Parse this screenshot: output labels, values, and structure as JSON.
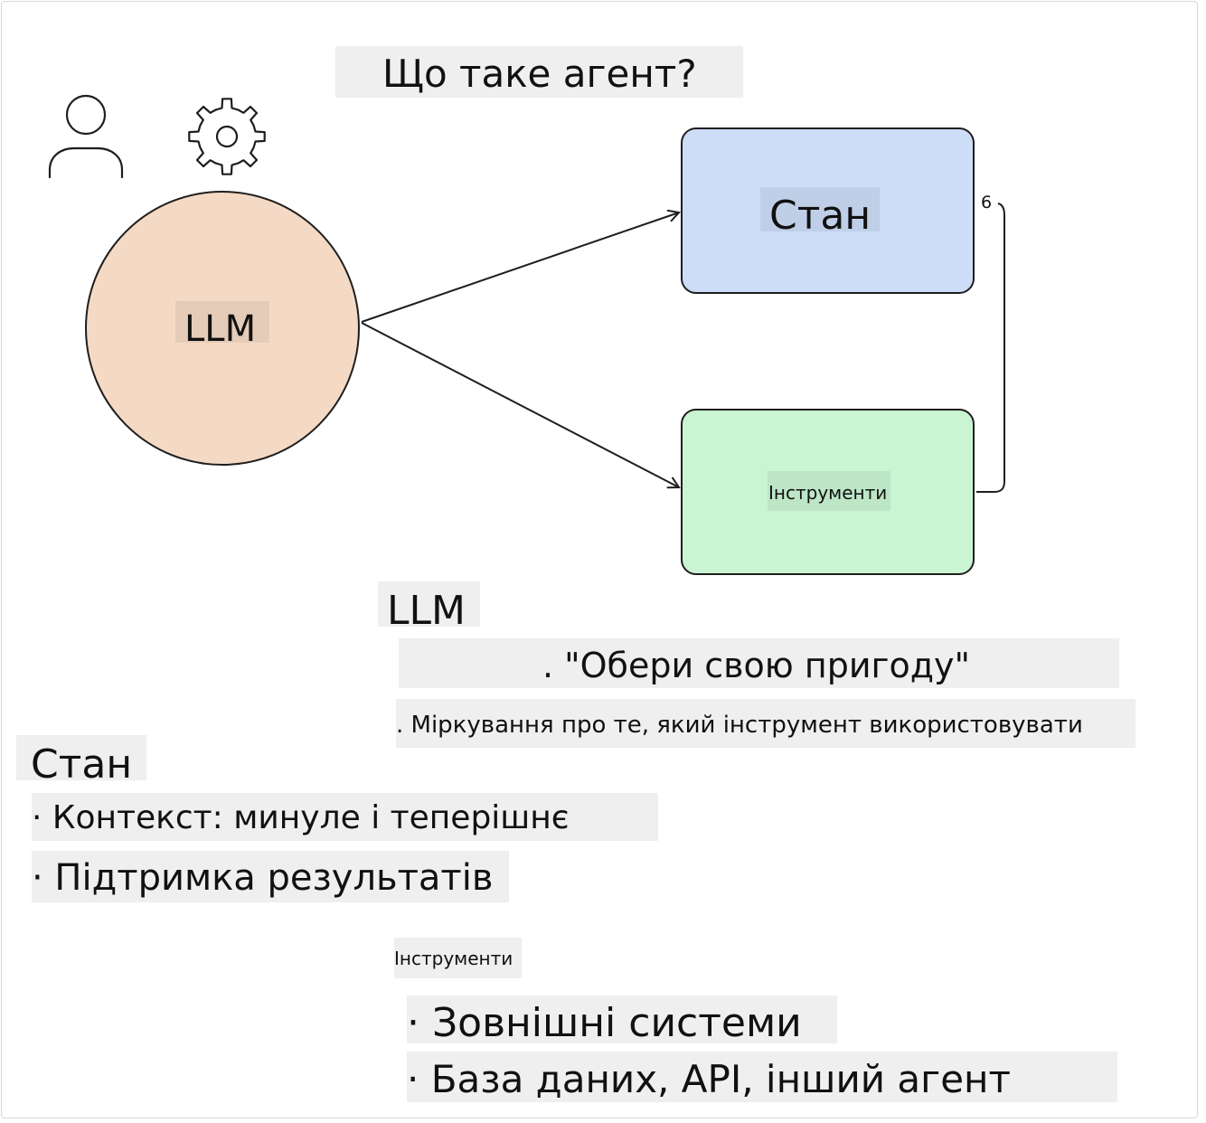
{
  "title": "Що таке агент?",
  "icons": {
    "user": "user-icon",
    "settings": "gear-icon"
  },
  "nodes": {
    "llm": "LLM",
    "state": "Стан",
    "tools": "Інструменти",
    "loop_mark": "6"
  },
  "colors": {
    "llm_fill": "#f4d9c4",
    "state_fill": "#cddcf7",
    "tools_fill": "#c9f5d3",
    "stroke": "#1e1e1e",
    "highlight": "#efefef"
  },
  "llm_section": {
    "heading": "LLM",
    "items": [
      ". \"Обери свою пригоду\"",
      ". Міркування про те, який інструмент використовувати"
    ]
  },
  "state_section": {
    "heading": "Стан",
    "items": [
      "· Контекст: минуле і теперішнє",
      "· Підтримка результатів"
    ]
  },
  "tools_section": {
    "heading": "Інструменти",
    "items": [
      "· Зовнішні системи",
      "· База даних, API, інший агент"
    ]
  }
}
